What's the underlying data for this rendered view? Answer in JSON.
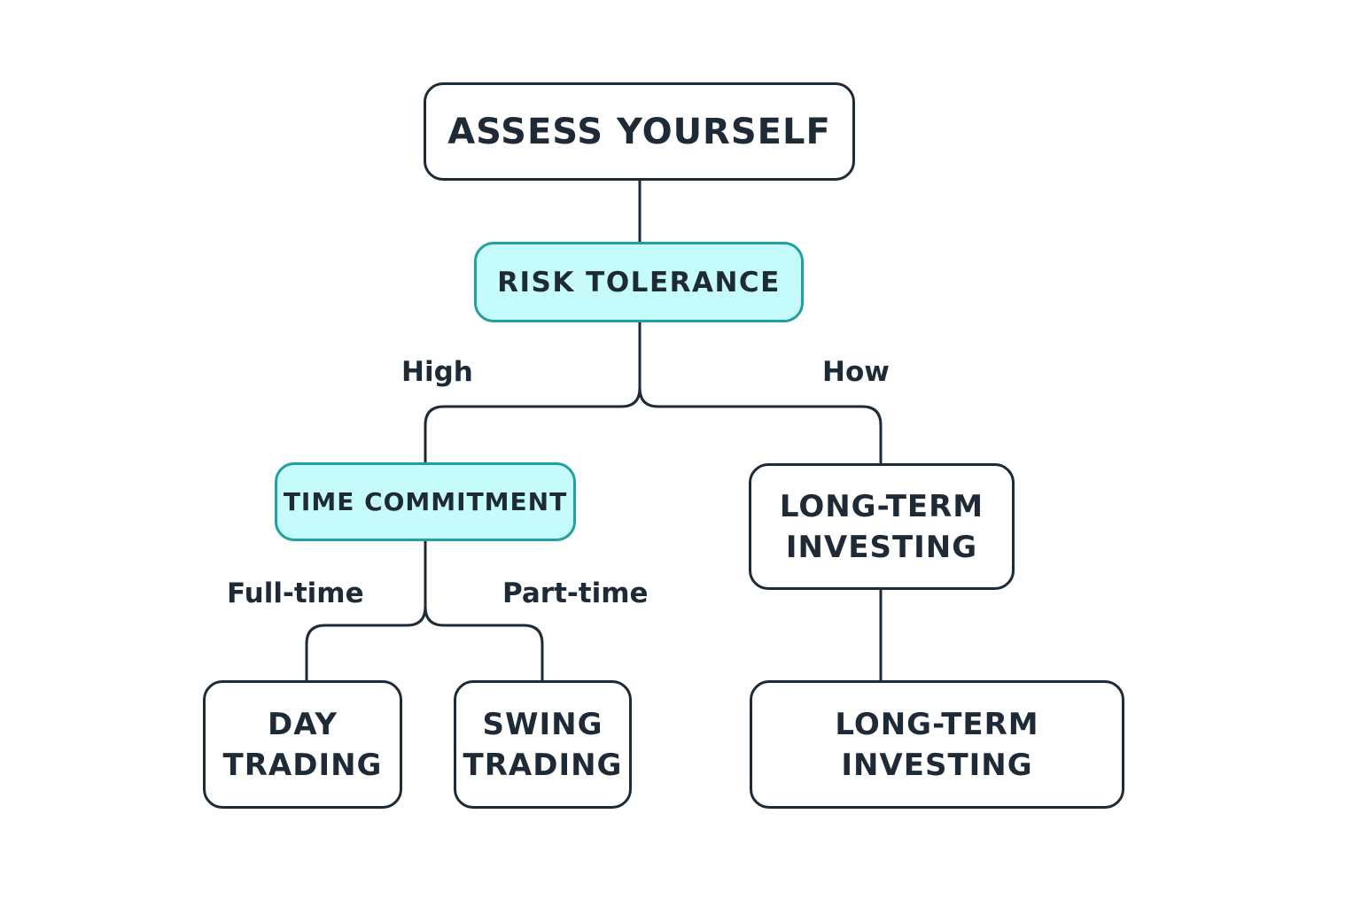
{
  "nodes": {
    "root": {
      "text": "ASSESS YOURSELF"
    },
    "risk": {
      "text": "RISK TOLERANCE"
    },
    "time": {
      "text": "TIME COMMITMENT"
    },
    "long_term_mid": {
      "line1": "LONG-TERM",
      "line2": "INVESTING"
    },
    "day": {
      "line1": "DAY",
      "line2": "TRADING"
    },
    "swing": {
      "line1": "SWING",
      "line2": "TRADING"
    },
    "long_term_bottom": {
      "line1": "LONG-TERM",
      "line2": "INVESTING"
    }
  },
  "edge_labels": {
    "high": "High",
    "how": "How",
    "full_time": "Full-time",
    "part_time": "Part-time"
  },
  "colors": {
    "line": "#1f2a37",
    "accent_fill": "#c6fbfb",
    "accent_border": "#21a0a0"
  }
}
